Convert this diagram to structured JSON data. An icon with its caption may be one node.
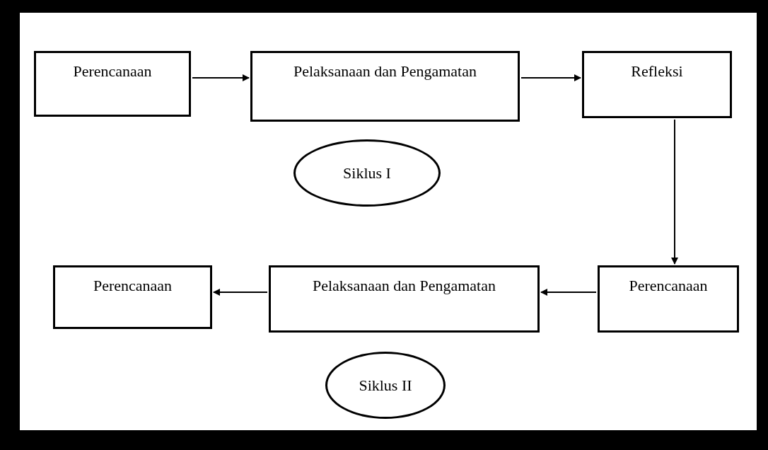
{
  "diagram": {
    "nodes": [
      {
        "text": [
          "Perencanaan"
        ]
      },
      {
        "text": [
          "Pelaksanaan dan Pengamatan"
        ]
      },
      {
        "text": [
          "Refleksi"
        ]
      },
      {
        "text": [
          "Siklus I"
        ]
      },
      {
        "text": [
          "Perencanaan"
        ]
      },
      {
        "text": [
          "Pelaksanaan dan Pengamatan"
        ]
      },
      {
        "text": [
          "Perencanaan"
        ]
      },
      {
        "text": [
          "Siklus II"
        ]
      }
    ],
    "edges": [
      {
        "from": 0,
        "to": 1,
        "arrow": "to"
      },
      {
        "from": 1,
        "to": 2,
        "arrow": "to"
      },
      {
        "from": 2,
        "to": 4,
        "arrow": "to"
      },
      {
        "from": 4,
        "to": 5,
        "arrow": "to"
      },
      {
        "from": 5,
        "to": 6,
        "arrow": "to"
      }
    ]
  }
}
